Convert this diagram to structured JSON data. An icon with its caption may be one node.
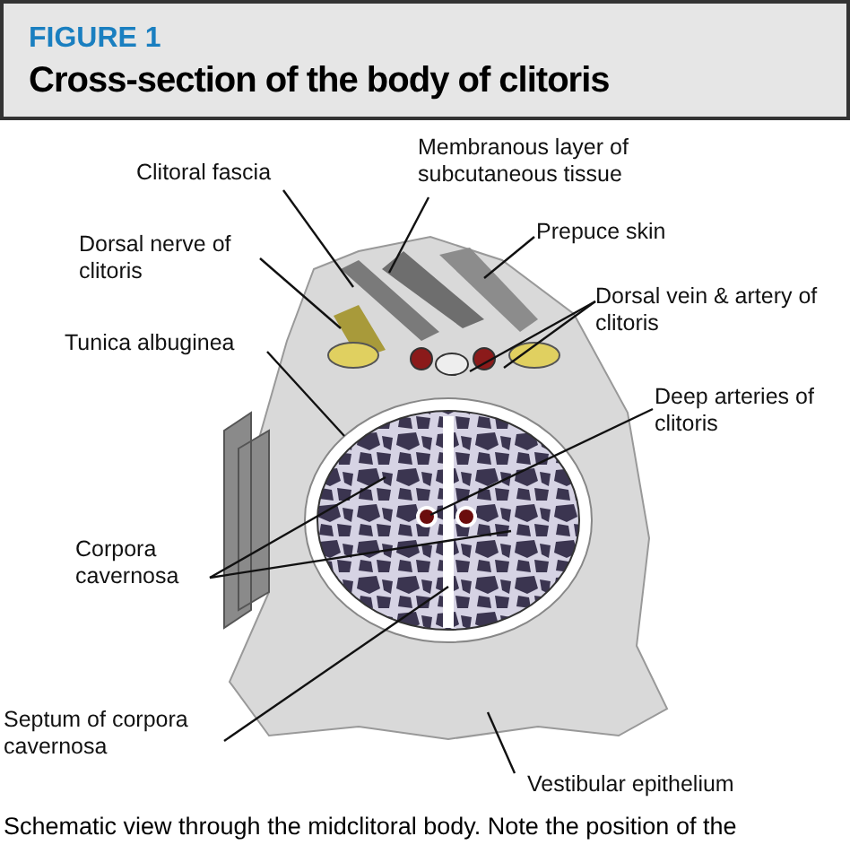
{
  "diagram": {
    "title": "Cross-section of the body of clitoris",
    "caption": "Schematic view through the midclitoral body. Note the position of the",
    "nodes": [
      {
        "text": [
          "Clitoral fascia"
        ]
      },
      {
        "text": [
          "Membranous layer of subcutaneous tissue"
        ]
      },
      {
        "text": [
          "Prepuce skin"
        ]
      },
      {
        "text": [
          "Dorsal nerve of clitoris"
        ]
      },
      {
        "text": [
          "Dorsal vein & artery of clitoris"
        ]
      },
      {
        "text": [
          "Tunica albuginea"
        ]
      },
      {
        "text": [
          "Deep arteries of clitoris"
        ]
      },
      {
        "text": [
          "Corpora cavernosa"
        ]
      },
      {
        "text": [
          "Septum of corpora cavernosa"
        ]
      },
      {
        "text": [
          "Vestibular epithelium"
        ]
      }
    ],
    "edges": [
      {
        "from": 0,
        "to": null,
        "arrow": "none"
      },
      {
        "from": 1,
        "to": null,
        "arrow": "none"
      },
      {
        "from": 2,
        "to": null,
        "arrow": "none"
      },
      {
        "from": 3,
        "to": null,
        "arrow": "none"
      },
      {
        "from": 4,
        "to": null,
        "arrow": "none"
      },
      {
        "from": 4,
        "to": null,
        "arrow": "none"
      },
      {
        "from": 5,
        "to": null,
        "arrow": "none"
      },
      {
        "from": 6,
        "to": null,
        "arrow": "none"
      },
      {
        "from": 7,
        "to": null,
        "arrow": "none"
      },
      {
        "from": 7,
        "to": null,
        "arrow": "none"
      },
      {
        "from": 8,
        "to": null,
        "arrow": "none"
      },
      {
        "from": 9,
        "to": null,
        "arrow": "none"
      }
    ],
    "labels": [
      "FIGURE 1"
    ]
  }
}
